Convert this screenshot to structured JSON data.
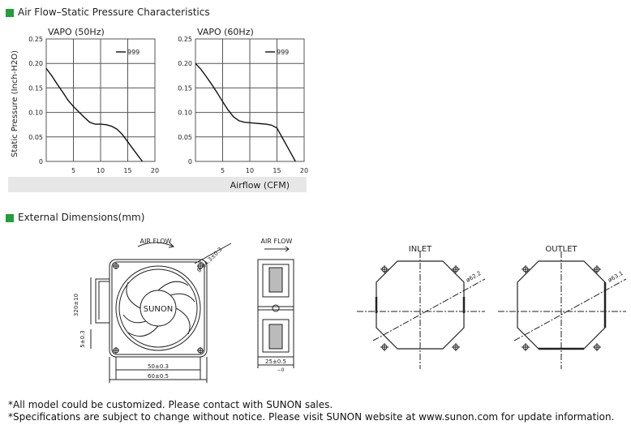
{
  "sections": {
    "airflow": {
      "title": "Air Flow–Static Pressure Characteristics"
    },
    "dimensions": {
      "title": "External Dimensions(mm)"
    }
  },
  "chart_data": [
    {
      "type": "line",
      "title": "VAPO (50Hz)",
      "ylabel": "Static Pressure (Inch-H2O)",
      "xlabel": "Airflow (CFM)",
      "xlim": [
        0,
        20
      ],
      "ylim": [
        0,
        0.25
      ],
      "xticks": [
        "5",
        "10",
        "15",
        "20"
      ],
      "yticks": [
        "0",
        "0.05",
        "0.10",
        "0.15",
        "0.20",
        "0.25"
      ],
      "grid": true,
      "legend": "top-right",
      "series": [
        {
          "name": "999",
          "x": [
            0,
            1,
            2,
            3,
            4,
            5,
            6,
            7,
            8,
            9,
            10,
            11,
            12,
            13,
            14,
            15,
            16,
            17,
            17.7
          ],
          "y": [
            0.19,
            0.175,
            0.158,
            0.142,
            0.125,
            0.112,
            0.101,
            0.09,
            0.08,
            0.076,
            0.076,
            0.075,
            0.072,
            0.066,
            0.055,
            0.04,
            0.025,
            0.01,
            0
          ]
        }
      ]
    },
    {
      "type": "line",
      "title": "VAPO (60Hz)",
      "ylabel": "",
      "xlabel": "Airflow (CFM)",
      "xlim": [
        0,
        20
      ],
      "ylim": [
        0,
        0.25
      ],
      "xticks": [
        "5",
        "10",
        "15",
        "20"
      ],
      "yticks": [
        "0",
        "0.05",
        "0.10",
        "0.15",
        "0.20",
        "0.25"
      ],
      "grid": true,
      "legend": "top-right",
      "series": [
        {
          "name": "999",
          "x": [
            0,
            1,
            2,
            3,
            4,
            5,
            6,
            7,
            8,
            9,
            10,
            11,
            12,
            13,
            14,
            15,
            16,
            17,
            18.4
          ],
          "y": [
            0.2,
            0.188,
            0.173,
            0.157,
            0.14,
            0.122,
            0.105,
            0.091,
            0.083,
            0.08,
            0.079,
            0.078,
            0.077,
            0.076,
            0.074,
            0.068,
            0.048,
            0.028,
            0
          ]
        }
      ]
    }
  ],
  "drawing": {
    "front": {
      "airflow_label": "AIR FLOW",
      "brand": "SUNON",
      "hole_label": "8–ø4.3±0.3",
      "dim_320": "320±10",
      "dim_5": "5±0.3",
      "dim_50": "50±0.3",
      "dim_60": "60±0.5"
    },
    "side": {
      "airflow_label": "AIR FLOW",
      "dim_25": "25±0.5",
      "dim_25_sub": "−0"
    },
    "inlet": {
      "label": "INLET",
      "diameter": "ø62.2"
    },
    "outlet": {
      "label": "OUTLET",
      "diameter": "ø63.1"
    }
  },
  "footer": {
    "line1": "*All model could be customized. Please contact with SUNON sales.",
    "line2": "*Specifications are subject to change without notice. Please visit SUNON website at www.sunon.com for update information."
  },
  "colors": {
    "section_marker": "#1f9e3a",
    "chart_panel": "#e7e7e7",
    "grid": "#555555",
    "curve": "#111111"
  }
}
